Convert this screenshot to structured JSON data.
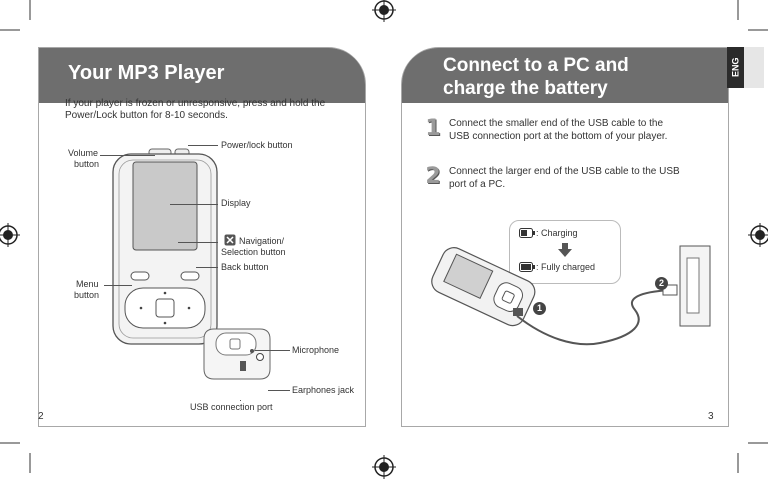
{
  "left_page": {
    "title": "Your MP3 Player",
    "intro_line1": "If your player is frozen or unresponsive, press and hold the",
    "intro_line2": "Power/Lock button for 8-10 seconds.",
    "labels": {
      "volume_line1": "Volume",
      "volume_line2": "button",
      "power": "Power/lock button",
      "display": "Display",
      "navigation_line1": "Navigation/",
      "navigation_line2": "Selection button",
      "back": "Back button",
      "menu_line1": "Menu",
      "menu_line2": "button",
      "microphone": "Microphone",
      "earphones": "Earphones jack",
      "usb_port": "USB connection port"
    },
    "page_number": "2"
  },
  "right_page": {
    "title_line1": "Connect to a PC and",
    "title_line2": "charge the battery",
    "steps": [
      {
        "number": "1",
        "line1": "Connect the smaller end of the USB cable to the",
        "line2": "USB connection port at the bottom of your player."
      },
      {
        "number": "2",
        "line1": "Connect the larger end of the USB cable to the USB",
        "line2": "port of a PC."
      }
    ],
    "legend": {
      "charging": ": Charging",
      "fully_charged": ": Fully charged"
    },
    "callouts": [
      "1",
      "2"
    ],
    "page_number": "3"
  },
  "language_tab": "ENG",
  "colors": {
    "title_bar": "#6e6e6e",
    "tab_dark": "#2b2b2b",
    "border": "#a8a8a8"
  },
  "icons": [
    "registration-mark-icon",
    "crop-mark-icon",
    "navigation-x-icon",
    "battery-charging-icon",
    "battery-full-icon",
    "arrow-down-icon"
  ]
}
